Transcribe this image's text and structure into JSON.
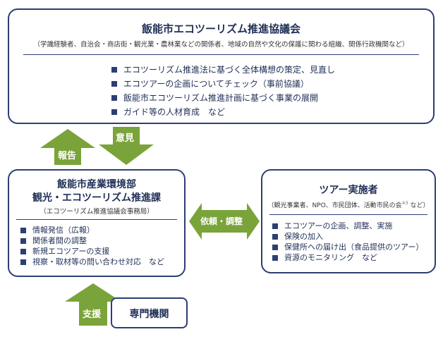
{
  "council": {
    "title": "飯能市エコツーリズム推進協議会",
    "members": "（学識経験者、自治会・商店街・観光業・農林業などの関係者、地域の自然や文化の保護に関わる組織、関係行政機関など）",
    "items": [
      "エコツーリズム推進法に基づく全体構想の策定、見直し",
      "エコツアーの企画についてチェック（事前協議）",
      "飯能市エコツーリズム推進計画に基づく事業の展開",
      "ガイド等の人材育成　など"
    ]
  },
  "city_dept": {
    "title_line1": "飯能市産業環境部",
    "title_line2": "観光・エコツーリズム推進課",
    "subtitle": "（エコツーリズム推進協議会事務局）",
    "items": [
      "情報発信（広報）",
      "関係者間の調整",
      "新規エコツアーの支援",
      "視察・取材等の問い合わせ対応　など"
    ]
  },
  "tour_operator": {
    "title": "ツアー実施者",
    "subtitle": "（観光事業者、NPO、市民団体、活動市民の会",
    "note_mark": "※3",
    "subtitle_end": "など）",
    "items": [
      "エコツアーの企画、調整、実施",
      "保険の加入",
      "保健所への届け出（食品提供のツアー）",
      "資源のモニタリング　など"
    ]
  },
  "expert": {
    "label": "専門機関"
  },
  "arrows": {
    "report": "報告",
    "opinion": "意見",
    "request": "依頼・調整",
    "support": "支援"
  },
  "colors": {
    "arrow_green": "#7aa33a",
    "border_navy": "#2c3f73",
    "text_navy": "#1f2f56"
  }
}
